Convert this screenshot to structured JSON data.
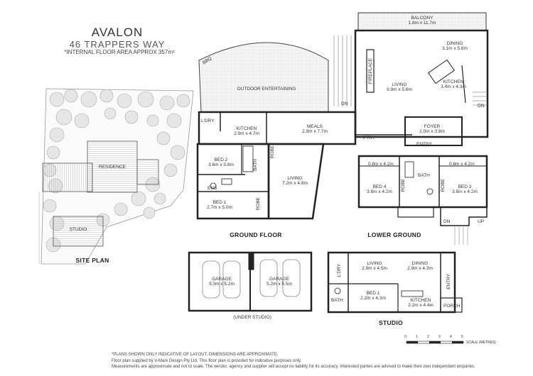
{
  "header": {
    "title": "AVALON",
    "address": "46 TRAPPERS WAY",
    "area_note": "*INTERNAL FLOOR AREA APPROX 357m²"
  },
  "sections": {
    "site_plan": "SITE PLAN",
    "ground_floor": "GROUND FLOOR",
    "lower_ground": "LOWER GROUND",
    "under_studio": "(UNDER STUDIO)",
    "studio": "STUDIO"
  },
  "site_plan": {
    "residence": "RESIDENCE",
    "studio": "STUDIO"
  },
  "ground_floor": {
    "balcony": {
      "name": "BALCONY",
      "size": "1.8m x 11.7m"
    },
    "dining": {
      "name": "DINING",
      "size": "3.1m x 5.8m"
    },
    "fireplace": "FIREPLACE",
    "living": {
      "name": "LIVING",
      "size": "9.9m x 5.6m"
    },
    "kitchen": {
      "name": "KITCHEN",
      "size": "3.4m x 4.3m"
    },
    "bbq": "BBQ",
    "outdoor": "OUTDOOR ENTERTAINING",
    "dn1": "DN",
    "dn2": "DN",
    "laundry": "L'DRY",
    "kitchen2": {
      "name": "KITCHEN",
      "size": "2.9m x 4.7m"
    },
    "meals": {
      "name": "MEALS",
      "size": "2.9m x 7.7m"
    },
    "foyer": {
      "name": "FOYER",
      "size": "2.0m x 3.8m"
    },
    "pantry": "PTRY",
    "entry": "ENTRY",
    "bed2": {
      "name": "BED 2",
      "size": "3.6m x 3.8m"
    },
    "bath": "BATH",
    "robe1": "ROBE",
    "living2": {
      "name": "LIVING",
      "size": "7.2m x 4.8m"
    },
    "ens": "ENS",
    "bed1": {
      "name": "BED 1",
      "size": "2.7m x 5.0m"
    },
    "robe2": "ROBE"
  },
  "lower_ground": {
    "ext1": "0.8m x 4.2m",
    "ext2": "0.8m x 4.2m",
    "bath": "BATH",
    "bed4": {
      "name": "BED 4",
      "size": "3.8m x 4.2m"
    },
    "robe1": "ROBE",
    "robe2": "ROBE",
    "bed3": {
      "name": "BED 3",
      "size": "3.8m x 4.2m"
    },
    "dn": "DN",
    "up": "UP"
  },
  "garage": {
    "g1": {
      "name": "GARAGE",
      "size": "5.0m x 5.2m"
    },
    "g2": {
      "name": "GARAGE",
      "size": "5.2m x 5.5m"
    }
  },
  "studio": {
    "laundry": "L'DRY",
    "living": {
      "name": "LIVING",
      "size": "2.9m x 4.5m"
    },
    "dining": {
      "name": "DINING",
      "size": "2.9m x 4.3m"
    },
    "entry": "ENTRY",
    "bed1": {
      "name": "BED 1",
      "size": "2.2m x 4.3m"
    },
    "bath": "BATH",
    "kitchen": {
      "name": "KITCHEN",
      "size": "2.2m x 4.4m"
    },
    "porch": "PORCH"
  },
  "scale": {
    "ticks": [
      "0",
      "1",
      "2",
      "3",
      "4",
      "5"
    ],
    "label": "SCALE (METRES)"
  },
  "disclaimer": {
    "line1": "*PLANS SHOWN ONLY INDICATIVE OF LAYOUT. DIMENSIONS ARE APPROXIMATE.",
    "line2": "Floor plan supplied by V-Mark Design Pty Ltd. This floor plan is provided for indicative purposes only.",
    "line3": "Measurements are approximate and not to scale. The vendor, agency and supplier will accept no liability for its accuracy. Interested parties are advised to make their own independent enquiries."
  }
}
